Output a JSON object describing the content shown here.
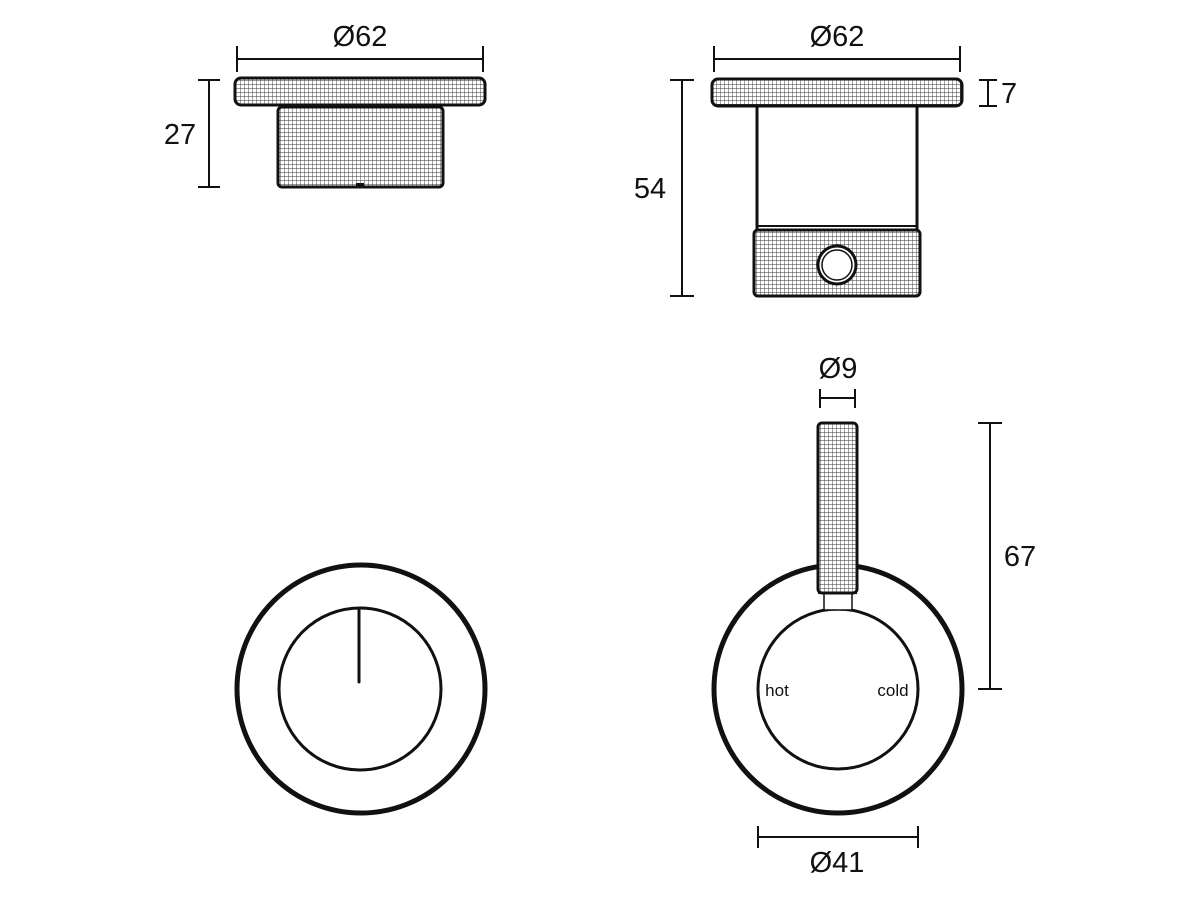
{
  "dimensions": {
    "top_left_diameter": "Ø62",
    "top_left_height": "27",
    "top_right_diameter": "Ø62",
    "top_right_flange": "7",
    "top_right_height": "54",
    "lever_diameter": "Ø9",
    "lever_height": "67",
    "inner_diameter": "Ø41"
  },
  "labels": {
    "hot": "hot",
    "cold": "cold"
  },
  "colors": {
    "line": "#111111",
    "background": "#ffffff"
  }
}
